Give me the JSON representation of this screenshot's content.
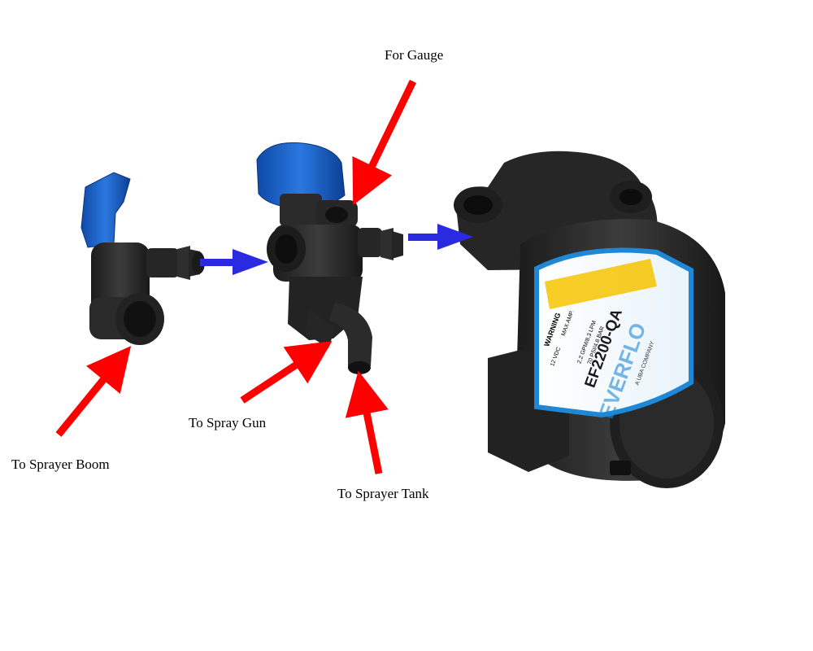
{
  "labels": {
    "gauge": "For Gauge",
    "spray_gun": "To Spray Gun",
    "sprayer_boom": "To Sprayer Boom",
    "sprayer_tank": "To Sprayer Tank"
  },
  "pump_label": {
    "model": "EF2200-QA",
    "brand": "EVERFLO",
    "sub": "A UBA COMPANY",
    "warning": "WARNING",
    "voltage": "12 VDC",
    "amps": "MAX AMP.",
    "flow": "2.2 GPM/8.3 LPM",
    "pressure": "70 PSI/4.8 BAR"
  },
  "colors": {
    "arrow_red": "#ff0000",
    "arrow_blue": "#2a2ae0",
    "part_black": "#2b2b2b",
    "cap_blue": "#1a5fc8",
    "label_blue": "#1e88d6"
  }
}
